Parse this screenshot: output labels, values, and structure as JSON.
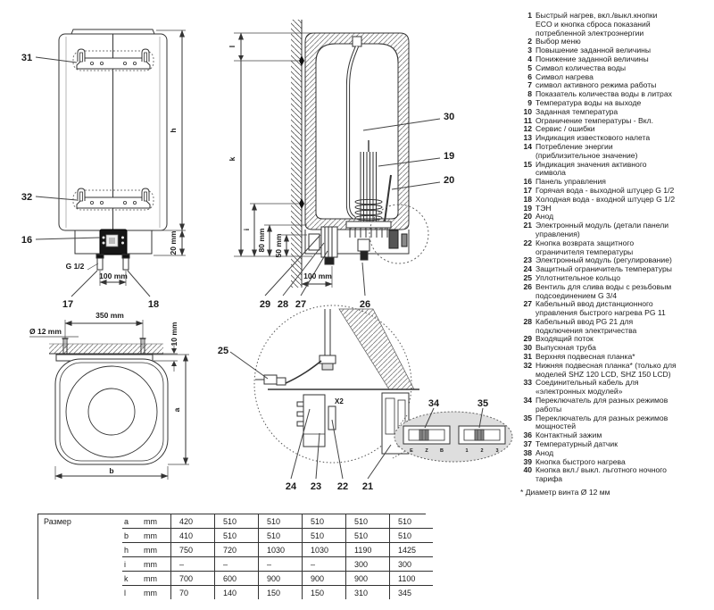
{
  "drawing": {
    "callouts": {
      "16": "16",
      "17": "17",
      "18": "18",
      "19": "19",
      "20": "20",
      "21": "21",
      "22": "22",
      "23": "23",
      "24": "24",
      "25": "25",
      "26": "26",
      "27": "27",
      "28": "28",
      "29": "29",
      "30": "30",
      "31": "31",
      "32": "32",
      "34": "34",
      "35": "35"
    },
    "dim_labels": {
      "h": "h",
      "l": "l",
      "k": "k",
      "i": "i",
      "a": "a",
      "b": "b",
      "g12": "G 1/2",
      "d100": "100 mm",
      "d20": "20 mm",
      "d80": "80 mm",
      "d50": "50 mm",
      "d100b": "100 mm",
      "d350": "350 mm",
      "d12": "Ø 12 mm",
      "d10": "10 mm"
    },
    "connector_label": "X2",
    "switch_mode_positions": [
      "E",
      "Z",
      "B"
    ],
    "switch_power_positions": [
      "1",
      "2",
      "3"
    ]
  },
  "legend": {
    "items": [
      {
        "num": "1",
        "text": "Быстрый нагрев, вкл./выкл.кнопки\nECO и кнопка сброса показаний\nпотребленной электроэнергии"
      },
      {
        "num": "2",
        "text": "Выбор меню"
      },
      {
        "num": "3",
        "text": "Повышение заданной величины"
      },
      {
        "num": "4",
        "text": "Понижение заданной величины"
      },
      {
        "num": "5",
        "text": "Символ количества воды"
      },
      {
        "num": "6",
        "text": "Символ нагрева"
      },
      {
        "num": "7",
        "text": "символ активного режима работы"
      },
      {
        "num": "8",
        "text": "Показатель количества воды в литрах"
      },
      {
        "num": "9",
        "text": "Температура воды на выходе"
      },
      {
        "num": "10",
        "text": "Заданная температура"
      },
      {
        "num": "11",
        "text": "Ограничение температуры - Вкл."
      },
      {
        "num": "12",
        "text": "Сервис / ошибки"
      },
      {
        "num": "13",
        "text": "Индикация известкового налета"
      },
      {
        "num": "14",
        "text": "Потребление энергии\n(приблизительное значение)"
      },
      {
        "num": "15",
        "text": "Индикация значения активного\nсимвола"
      },
      {
        "num": "16",
        "text": "Панель управления"
      },
      {
        "num": "17",
        "text": "Горячая вода - выходной штуцер G 1/2"
      },
      {
        "num": "18",
        "text": "Холодная вода - входной штуцер G 1/2"
      },
      {
        "num": "19",
        "text": "ТЭН"
      },
      {
        "num": "20",
        "text": "Анод"
      },
      {
        "num": "21",
        "text": "Электронный модуль (детали панели\nуправления)"
      },
      {
        "num": "22",
        "text": "Кнопка возврата защитного\nограничителя температуры"
      },
      {
        "num": "23",
        "text": "Электронный модуль (регулирование)"
      },
      {
        "num": "24",
        "text": "Защитный ограничитель температуры"
      },
      {
        "num": "25",
        "text": "Уплотнительное кольцо"
      },
      {
        "num": "26",
        "text": "Вентиль для слива воды с резьбовым\nподсоединением G 3/4"
      },
      {
        "num": "27",
        "text": "Кабельный ввод дистанционного\nуправления быстрого нагрева PG 11"
      },
      {
        "num": "28",
        "text": "Кабельный ввод PG 21 для\nподключения электричества"
      },
      {
        "num": "29",
        "text": "Входящий поток"
      },
      {
        "num": "30",
        "text": "Выпускная труба"
      },
      {
        "num": "31",
        "text": "Верхняя подвесная планка*"
      },
      {
        "num": "32",
        "text": "Нижняя подвесная планка* (только для\nмоделей SHZ 120 LCD, SHZ 150 LCD)"
      },
      {
        "num": "33",
        "text": "Соединительный кабель для\n«электронных модулей»"
      },
      {
        "num": "34",
        "text": "Переключатель для разных режимов\nработы"
      },
      {
        "num": "35",
        "text": "Переключатель для разных режимов\nмощностей"
      },
      {
        "num": "36",
        "text": "Контактный зажим"
      },
      {
        "num": "37",
        "text": "Температурный датчик"
      },
      {
        "num": "38",
        "text": "Анод"
      },
      {
        "num": "39",
        "text": "Кнопка быстрого нагрева"
      },
      {
        "num": "40",
        "text": "Кнопка вкл./ выкл. льготного ночного\nтарифа"
      }
    ],
    "footnote": "* Диаметр винта Ø 12 мм"
  },
  "table": {
    "title": "Размер",
    "rows": [
      {
        "dim": "a",
        "unit": "mm",
        "values": [
          "420",
          "510",
          "510",
          "510",
          "510",
          "510"
        ]
      },
      {
        "dim": "b",
        "unit": "mm",
        "values": [
          "410",
          "510",
          "510",
          "510",
          "510",
          "510"
        ]
      },
      {
        "dim": "h",
        "unit": "mm",
        "values": [
          "750",
          "720",
          "1030",
          "1030",
          "1190",
          "1425"
        ]
      },
      {
        "dim": "i",
        "unit": "mm",
        "values": [
          "–",
          "–",
          "–",
          "–",
          "300",
          "300"
        ]
      },
      {
        "dim": "k",
        "unit": "mm",
        "values": [
          "700",
          "600",
          "900",
          "900",
          "900",
          "1100"
        ]
      },
      {
        "dim": "l",
        "unit": "mm",
        "values": [
          "70",
          "140",
          "150",
          "150",
          "310",
          "345"
        ]
      }
    ]
  }
}
